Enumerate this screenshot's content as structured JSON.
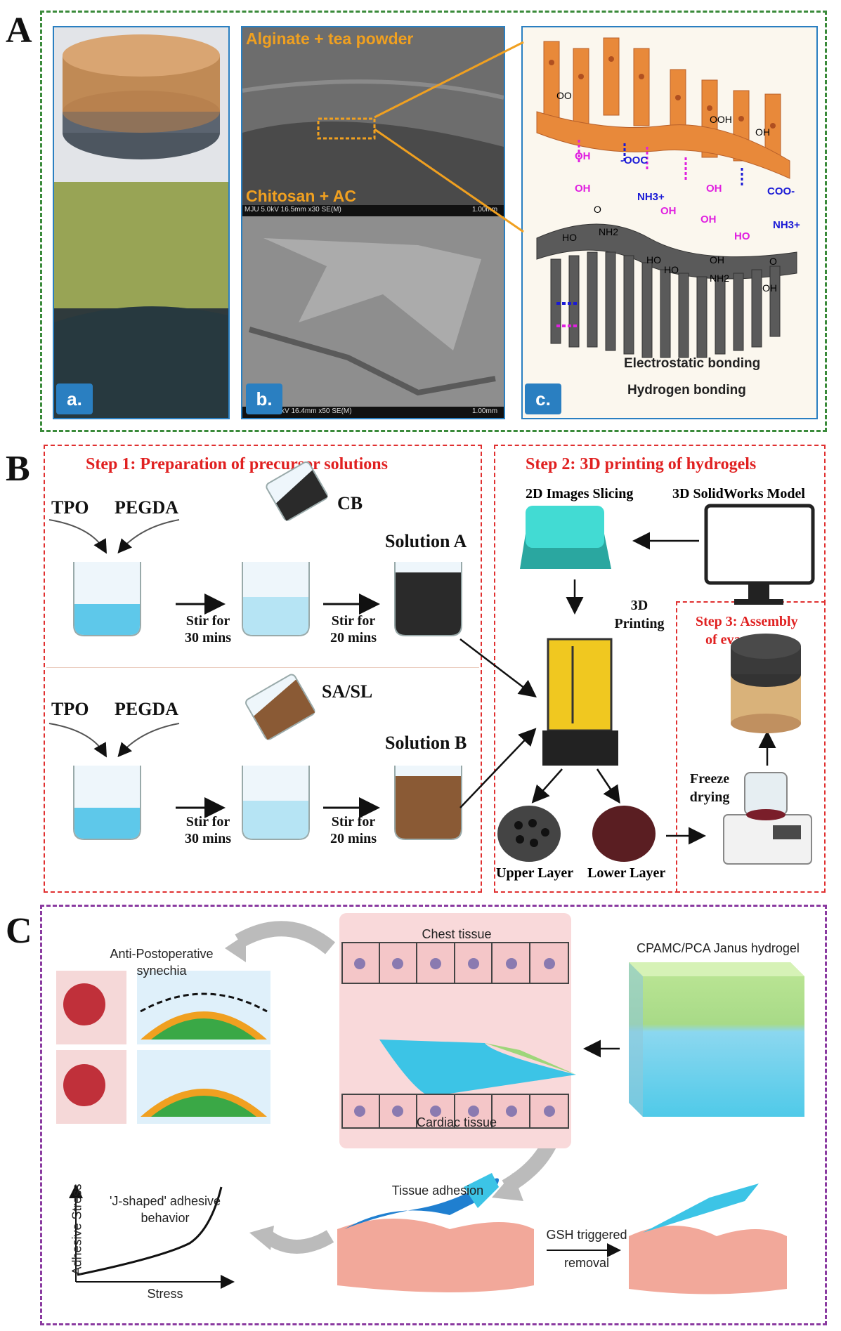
{
  "panels": {
    "A": {
      "letter": "A",
      "sem_top_label": "Alginate + tea powder",
      "sem_bottom_label": "Chitosan + AC",
      "sem_info_top": "MJU 5.0kV 16.5mm x30 SE(M)",
      "sem_scale_top": "1.00mm",
      "sem_info_bottom": "kV 16.4mm x50 SE(M)",
      "sem_scale_bottom": "1.00mm",
      "sub_a": "a.",
      "sub_b": "b.",
      "sub_c": "c.",
      "chem": {
        "oo_top": "OO",
        "ooh": "OOH",
        "oh_right": "OH",
        "oh1": "OH",
        "oh2": "OH",
        "coo_left": "-OOC",
        "nh3_left": "NH3+",
        "oh3": "OH",
        "oh4": "OH",
        "coo_right": "COO-",
        "oh5": "OH",
        "nh3_right": "NH3+",
        "ho1": "HO",
        "nh2_left": "NH2",
        "ho2": "HO",
        "ho3": "HO",
        "oh6": "OH",
        "ho4": "HO",
        "nh2_right": "NH2",
        "oh7": "OH",
        "o1": "O",
        "o2": "O"
      },
      "legend_electrostatic": "Electrostatic bonding",
      "legend_hydrogen": "Hydrogen bonding",
      "colors": {
        "frame": "#3a8a3a",
        "photo_frame": "#2a7fc1",
        "electrostatic": "#1a1ad6",
        "hydrogen": "#e020e0",
        "alginate": "#e8893a",
        "chitosan": "#555555"
      }
    },
    "B": {
      "letter": "B",
      "step1_title": "Step 1: Preparation of precursor solutions",
      "step2_title": "Step 2: 3D printing of hydrogels",
      "step3_title_l1": "Step 3: Assembly",
      "step3_title_l2": "of evaporator",
      "row1": {
        "tpo": "TPO",
        "pegda": "PEGDA",
        "additive": "CB",
        "stir1_l1": "Stir for",
        "stir1_l2": "30 mins",
        "stir2_l1": "Stir for",
        "stir2_l2": "20 mins",
        "solution": "Solution A"
      },
      "row2": {
        "tpo": "TPO",
        "pegda": "PEGDA",
        "additive": "SA/SL",
        "stir1_l1": "Stir for",
        "stir1_l2": "30 mins",
        "stir2_l1": "Stir for",
        "stir2_l2": "20 mins",
        "solution": "Solution B"
      },
      "slicing": "2D Images Slicing",
      "solidworks": "3D SolidWorks Model",
      "printing_l1": "3D",
      "printing_l2": "Printing",
      "upper_layer": "Upper Layer",
      "lower_layer": "Lower Layer",
      "freeze_l1": "Freeze",
      "freeze_l2": "drying",
      "colors": {
        "dash": "#e03030",
        "title": "#e02020",
        "blue_liquid": "#5ec8ea",
        "black_liquid": "#2a2a2a",
        "brown_liquid": "#8a5a35"
      }
    },
    "C": {
      "letter": "C",
      "anti_l1": "Anti-Postoperative",
      "anti_l2": "synechia",
      "chest": "Chest tissue",
      "cardiac": "Cardiac tissue",
      "janus": "CPAMC/PCA Janus hydrogel",
      "tissue_adhesion": "Tissue adhesion",
      "j_l1": "'J-shaped' adhesive",
      "j_l2": "behavior",
      "ylabel": "Adhesive Stress",
      "xlabel": "Stress",
      "gsh_l1": "GSH triggered",
      "gsh_l2": "removal",
      "colors": {
        "frame": "#8a3aa0",
        "tissue": "#f4c6c8",
        "hydrogel_blue": "#3cc4e6",
        "hydrogel_green": "#9ed67a"
      }
    }
  }
}
